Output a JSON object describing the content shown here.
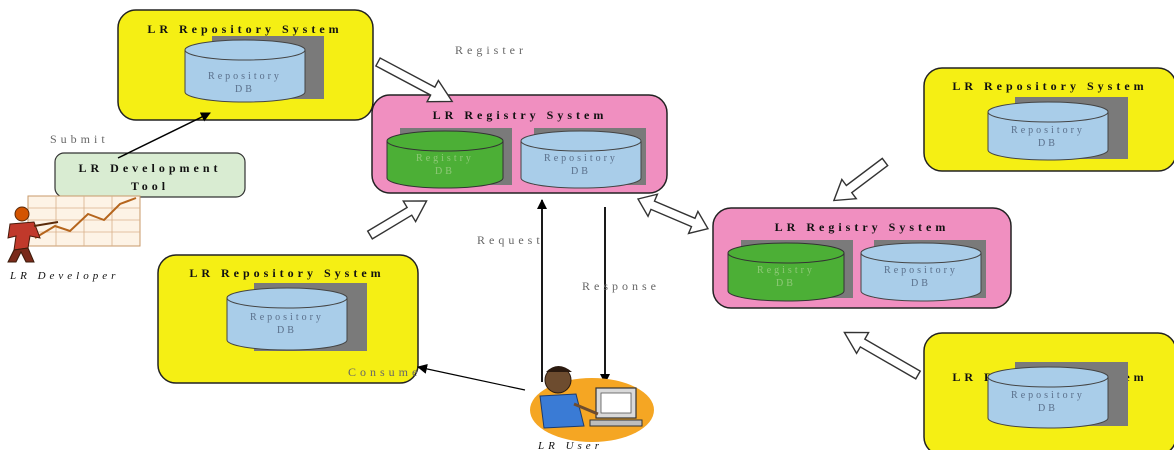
{
  "colors": {
    "repository_box": "#f5ef14",
    "registry_box": "#f08fc0",
    "dev_tool_box": "#d9ecd2",
    "repository_db": "#a9cde9",
    "registry_db": "#4caf36",
    "db_shadow": "#7a7a7a"
  },
  "labels": {
    "repository_system": "LR Repository System",
    "registry_system": "LR Registry System",
    "repository_db_line1": "Repository",
    "registry_db_line1": "Registry",
    "db_line2": "DB",
    "dev_tool_line1": "LR Development",
    "dev_tool_line2": "Tool"
  },
  "flows": {
    "register": "Register",
    "submit": "Submit",
    "request": "Request",
    "response": "Response",
    "consume": "Consume"
  },
  "actors": {
    "developer": "LR Developer",
    "user": "LR User"
  },
  "icons": {
    "developer": "developer-clipart-icon",
    "user": "computer-user-clipart-icon"
  }
}
